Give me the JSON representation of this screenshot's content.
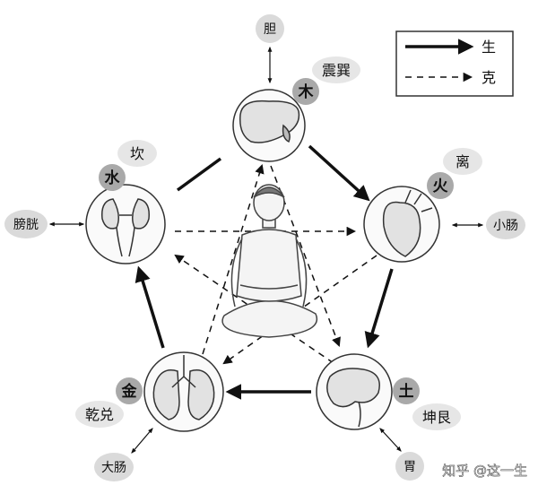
{
  "legend": {
    "solid_label": "生",
    "dashed_label": "克"
  },
  "elements": {
    "wood": {
      "name": "木",
      "trigram": "震巽",
      "organ": "胆"
    },
    "fire": {
      "name": "火",
      "trigram": "离",
      "organ": "小肠"
    },
    "earth": {
      "name": "土",
      "trigram": "坤艮",
      "organ": "胃"
    },
    "metal": {
      "name": "金",
      "trigram": "乾兑",
      "organ": "大肠"
    },
    "water": {
      "name": "水",
      "trigram": "坎",
      "organ": "膀胱"
    }
  },
  "watermark": "知乎 @这一生",
  "colors": {
    "element_badge": "#a9a9a9",
    "trigram_badge": "#e6e6e6",
    "organ_badge": "#dadada",
    "line": "#111111"
  }
}
